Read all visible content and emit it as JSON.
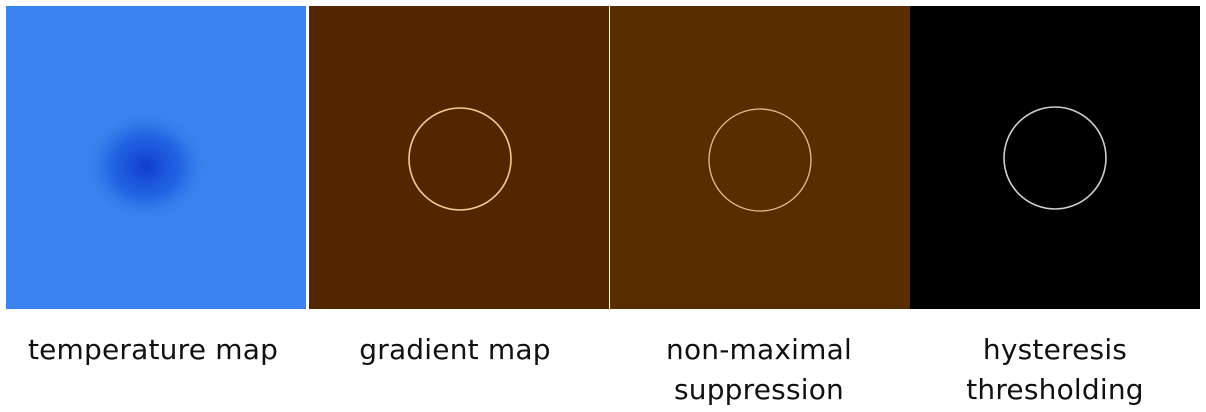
{
  "panels": [
    {
      "id": "temperature-map",
      "caption_lines": [
        "temperature map"
      ],
      "colormap": [
        "#0a3ad8",
        "#3aa0f0",
        "#7fe3d6",
        "#d6ee5a",
        "#f0a020",
        "#d83a12"
      ]
    },
    {
      "id": "gradient-map",
      "caption_lines": [
        "gradient map"
      ],
      "colormap": [
        "#170600",
        "#7a1c04",
        "#e06a2a",
        "#ffe6a8"
      ]
    },
    {
      "id": "non-maximal-suppression",
      "caption_lines": [
        "non-maximal",
        "suppression"
      ],
      "colormap": [
        "#1a0700",
        "#5a1a06",
        "#b04a1a",
        "#ffe6a8"
      ]
    },
    {
      "id": "hysteresis-thresholding",
      "caption_lines": [
        "hysteresis",
        "thresholding"
      ],
      "colormap": [
        "#000000",
        "#d8d8d8"
      ]
    }
  ]
}
